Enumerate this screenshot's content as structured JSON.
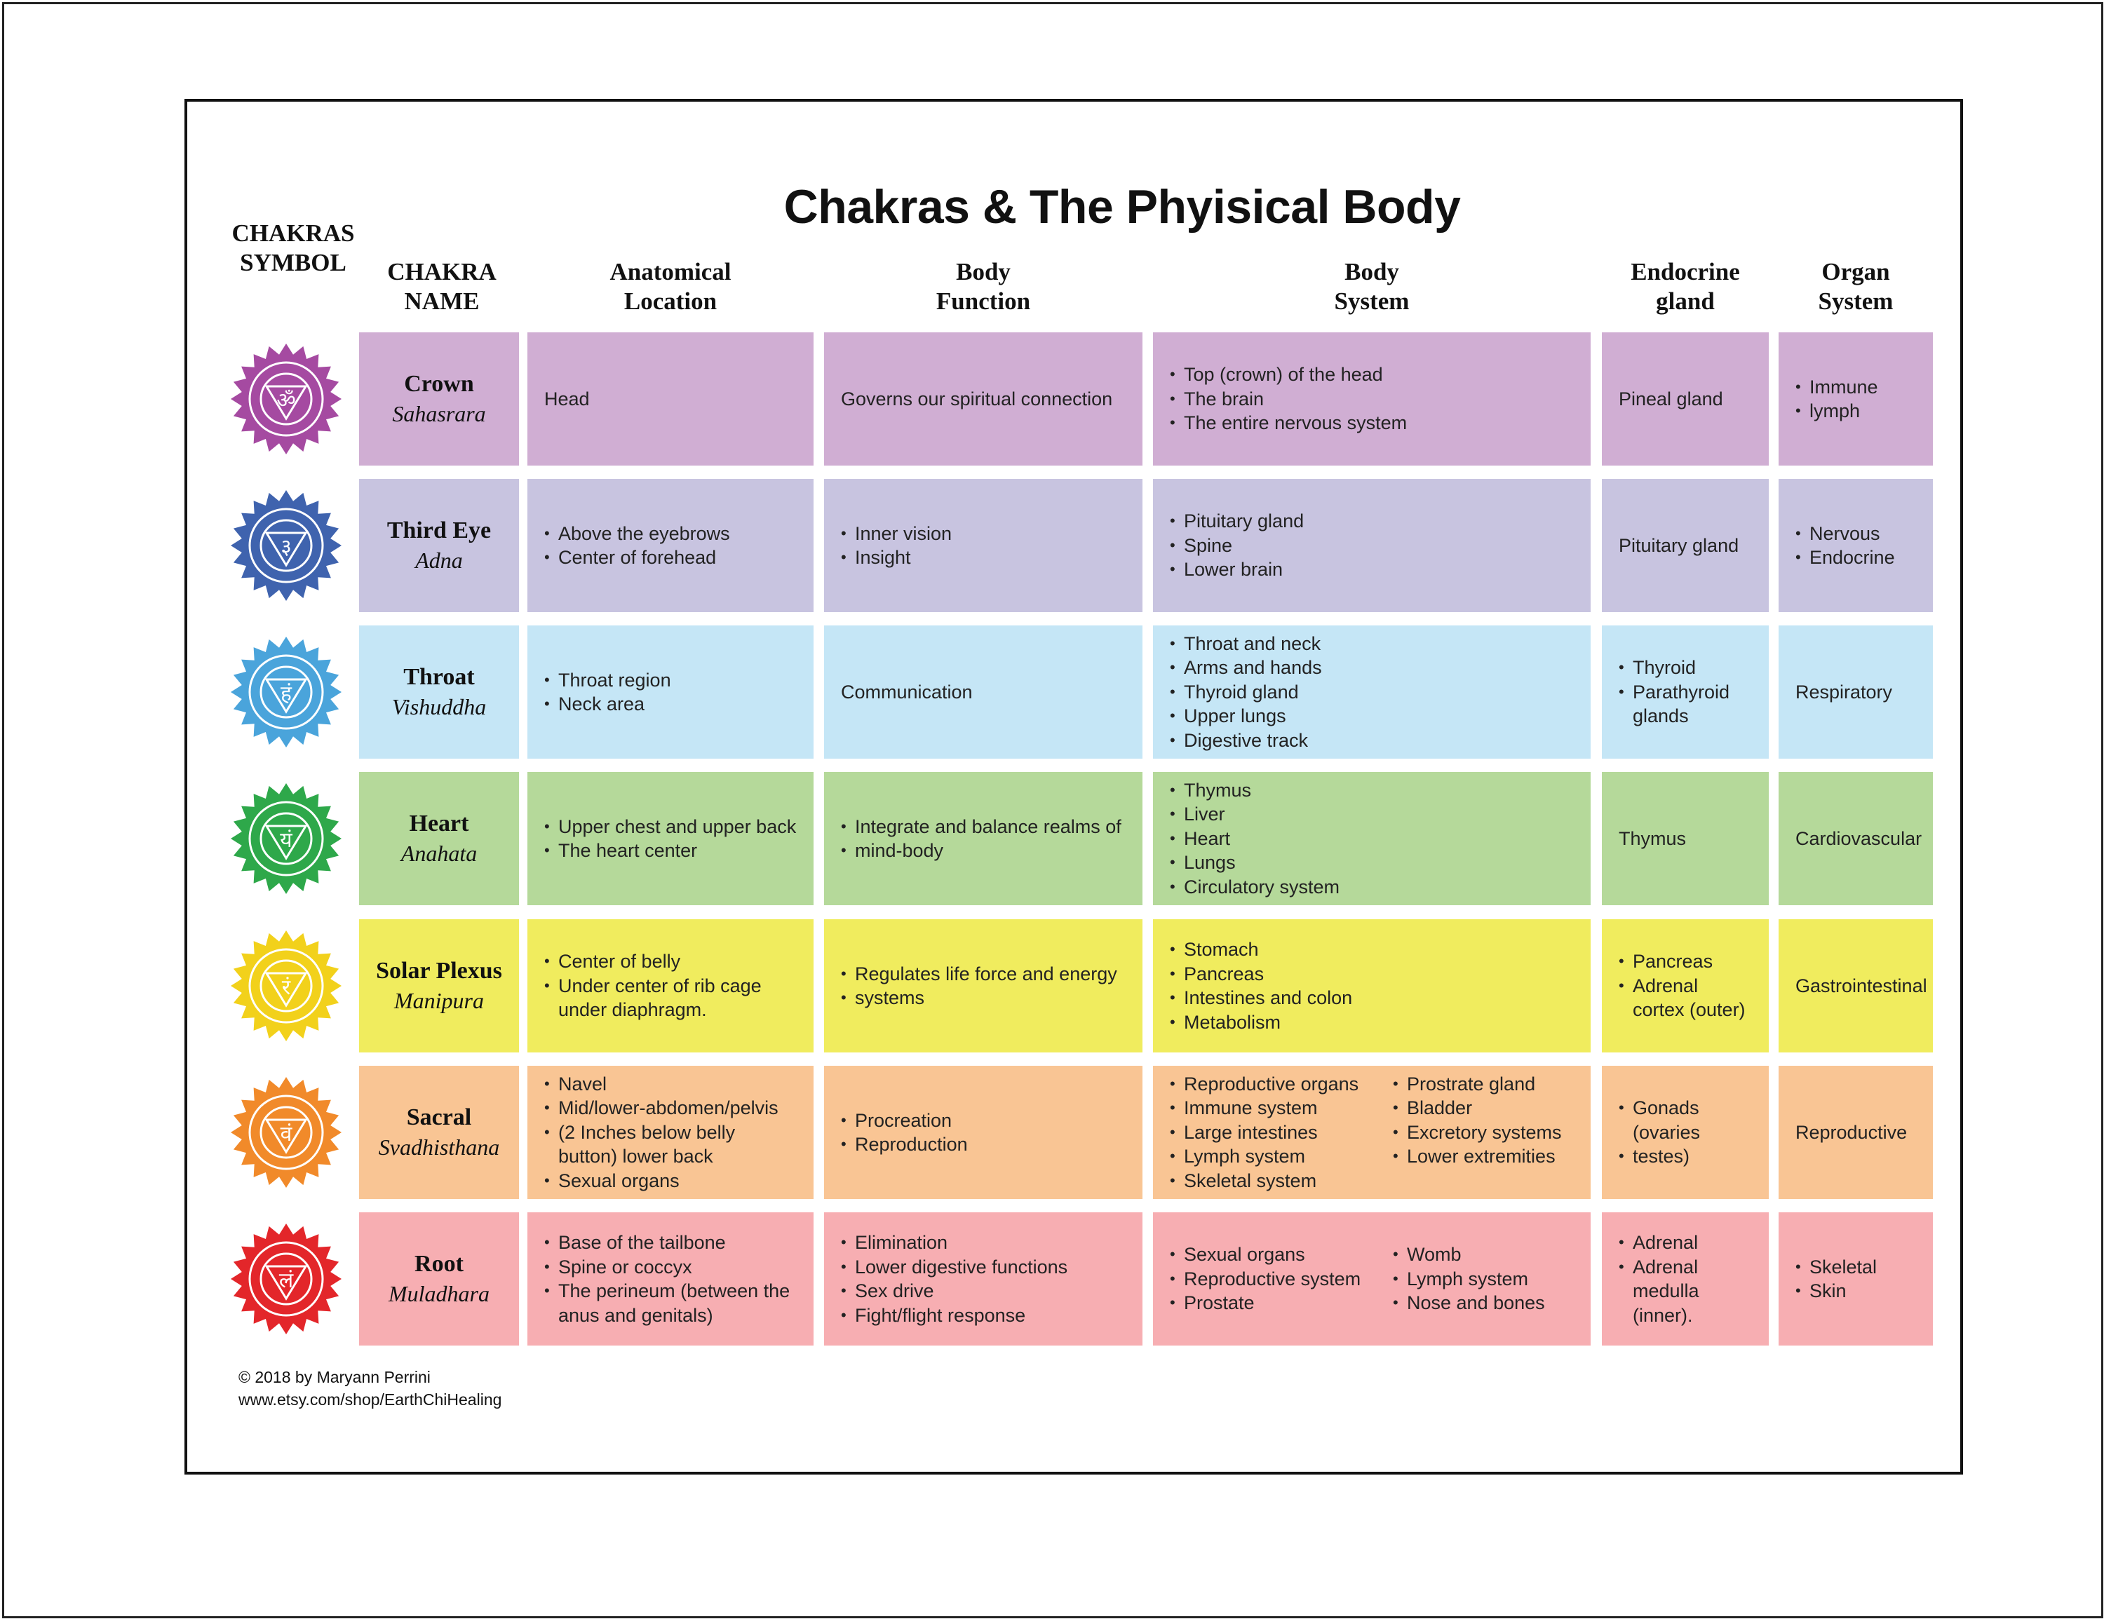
{
  "title": "Chakras & The Phyisical Body",
  "headers": {
    "symbol": [
      "CHAKRAS",
      "SYMBOL"
    ],
    "name": [
      "CHAKRA",
      "NAME"
    ],
    "anatomical": [
      "Anatomical",
      "Location"
    ],
    "function": [
      "Body",
      "Function"
    ],
    "system": [
      "Body",
      "System"
    ],
    "endocrine": [
      "Endocrine",
      "gland"
    ],
    "organ": [
      "Organ",
      "System"
    ]
  },
  "chakras": [
    {
      "name": "Crown",
      "sanskrit": "Sahasrara",
      "color": "#d0aed3",
      "symbol_color": "#a54aa1",
      "symbol_glyph": "ॐ",
      "anatomical": [
        "Head"
      ],
      "function": [
        "Governs our spiritual connection"
      ],
      "system": [
        "Top (crown) of the head",
        "The brain",
        "The entire nervous system"
      ],
      "endocrine": [
        "Pineal gland"
      ],
      "organ": [
        "Immune",
        "lymph"
      ]
    },
    {
      "name": "Third Eye",
      "sanskrit": "Adna",
      "color": "#c8c4e0",
      "symbol_color": "#3f63ae",
      "symbol_glyph": "३",
      "anatomical": [
        "Above the eyebrows",
        " Center of forehead"
      ],
      "function": [
        "Inner vision",
        "Insight"
      ],
      "system": [
        "Pituitary gland",
        "Spine",
        "Lower brain"
      ],
      "endocrine": [
        "Pituitary gland"
      ],
      "organ": [
        "Nervous",
        "Endocrine"
      ]
    },
    {
      "name": "Throat",
      "sanskrit": "Vishuddha",
      "color": "#c5e6f6",
      "symbol_color": "#4aa4db",
      "symbol_glyph": "हं",
      "anatomical": [
        "Throat region",
        "Neck area"
      ],
      "function": [
        "Communication"
      ],
      "system": [
        "Throat  and neck",
        "Arms and hands",
        "Thyroid gland",
        "Upper lungs",
        "Digestive track"
      ],
      "endocrine": [
        "Thyroid",
        "Parathyroid glands"
      ],
      "organ": [
        "Respiratory"
      ]
    },
    {
      "name": "Heart",
      "sanskrit": "Anahata",
      "color": "#b5d99a",
      "symbol_color": "#2ea84a",
      "symbol_glyph": "यं",
      "anatomical": [
        "Upper chest and upper back",
        "The heart center"
      ],
      "function": [
        "Integrate and balance realms of",
        "  mind-body"
      ],
      "system": [
        "Thymus",
        "Liver",
        "Heart",
        "Lungs",
        "Circulatory system"
      ],
      "endocrine": [
        "Thymus"
      ],
      "organ": [
        "Cardiovascular"
      ]
    },
    {
      "name": "Solar Plexus",
      "sanskrit": "Manipura",
      "color": "#f0ec5e",
      "symbol_color": "#f2d11b",
      "symbol_glyph": "रं",
      "anatomical": [
        "Center of belly",
        "Under center of rib cage under diaphragm."
      ],
      "function": [
        "Regulates life force  and energy",
        "  systems"
      ],
      "system": [
        "Stomach",
        "Pancreas",
        "Intestines and colon",
        "Metabolism"
      ],
      "endocrine": [
        "Pancreas",
        "Adrenal cortex (outer)"
      ],
      "organ": [
        "Gastrointestinal"
      ]
    },
    {
      "name": "Sacral",
      "sanskrit": "Svadhisthana",
      "color": "#f9c594",
      "symbol_color": "#f18a2a",
      "symbol_glyph": "वं",
      "anatomical": [
        "Navel",
        "Mid/lower-abdomen/pelvis",
        "(2 Inches below belly button)  lower back",
        "Sexual organs"
      ],
      "function": [
        "Procreation",
        "Reproduction"
      ],
      "system": [
        "Reproductive organs",
        "Immune system",
        "Large intestines",
        "Lymph system",
        "Skeletal system"
      ],
      "system2": [
        "Prostrate gland",
        "Bladder",
        "Excretory systems",
        "Lower extremities"
      ],
      "endocrine": [
        "Gonads (ovaries",
        "  testes)"
      ],
      "organ": [
        "Reproductive"
      ]
    },
    {
      "name": "Root",
      "sanskrit": "Muladhara",
      "color": "#f7aeb2",
      "symbol_color": "#e3262a",
      "symbol_glyph": "लं",
      "anatomical": [
        "Base of the tailbone",
        "Spine or coccyx",
        "The perineum (between the anus and genitals)"
      ],
      "function": [
        "Elimination",
        "Lower digestive functions",
        "Sex drive",
        "Fight/flight response"
      ],
      "system": [
        "Sexual organs",
        "Reproductive system",
        "Prostate"
      ],
      "system2": [
        "Womb",
        "Lymph system",
        "Nose and bones"
      ],
      "endocrine": [
        "Adrenal",
        "Adrenal medulla (inner)."
      ],
      "organ": [
        "Skeletal",
        "Skin"
      ]
    }
  ],
  "footer": {
    "copyright": "© 2018 by Maryann Perrini",
    "url": "www.etsy.com/shop/EarthChiHealing"
  }
}
